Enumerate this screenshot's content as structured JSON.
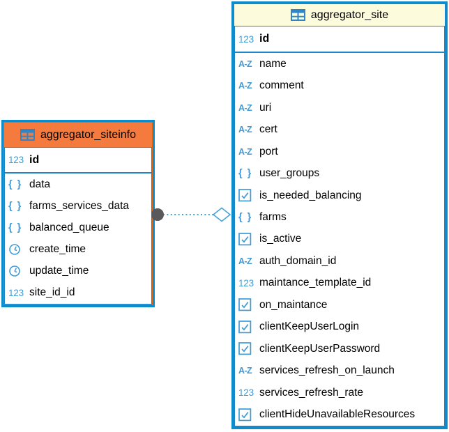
{
  "diagram": {
    "colors": {
      "selection_border": "#0D8CCB",
      "separator": "#1C86C8",
      "icon_blue": "#3E9BD6",
      "table_icon_blue": "#2E86C8",
      "text": "#000000",
      "connector": "#45A2D9",
      "connector_node": "#59595B"
    },
    "type_icons": {
      "numeric": "123",
      "string": "A-Z",
      "json": "{ }"
    },
    "tables": [
      {
        "title": "aggregator_siteinfo",
        "header_bg": "#F47A3D",
        "accent": "#E9650E",
        "primary_keys": [
          {
            "type": "numeric",
            "name": "id"
          }
        ],
        "columns": [
          {
            "type": "json",
            "name": "data"
          },
          {
            "type": "json",
            "name": "farms_services_data"
          },
          {
            "type": "json",
            "name": "balanced_queue"
          },
          {
            "type": "datetime",
            "name": "create_time"
          },
          {
            "type": "datetime",
            "name": "update_time"
          },
          {
            "type": "numeric",
            "name": "site_id_id"
          }
        ]
      },
      {
        "title": "aggregator_site",
        "header_bg": "#FCFCDC",
        "accent": "#1C86C8",
        "primary_keys": [
          {
            "type": "numeric",
            "name": "id"
          }
        ],
        "columns": [
          {
            "type": "string",
            "name": "name"
          },
          {
            "type": "string",
            "name": "comment"
          },
          {
            "type": "string",
            "name": "uri"
          },
          {
            "type": "string",
            "name": "cert"
          },
          {
            "type": "string",
            "name": "port"
          },
          {
            "type": "json",
            "name": "user_groups"
          },
          {
            "type": "boolean",
            "name": "is_needed_balancing"
          },
          {
            "type": "json",
            "name": "farms"
          },
          {
            "type": "boolean",
            "name": "is_active"
          },
          {
            "type": "string",
            "name": "auth_domain_id"
          },
          {
            "type": "numeric",
            "name": "maintance_template_id"
          },
          {
            "type": "boolean",
            "name": "on_maintance"
          },
          {
            "type": "boolean",
            "name": "clientKeepUserLogin"
          },
          {
            "type": "boolean",
            "name": "clientKeepUserPassword"
          },
          {
            "type": "string",
            "name": "services_refresh_on_launch"
          },
          {
            "type": "numeric",
            "name": "services_refresh_rate"
          },
          {
            "type": "boolean",
            "name": "clientHideUnavailableResources"
          }
        ]
      }
    ],
    "relationship": {
      "from_table": "aggregator_siteinfo",
      "to_table": "aggregator_site"
    }
  }
}
